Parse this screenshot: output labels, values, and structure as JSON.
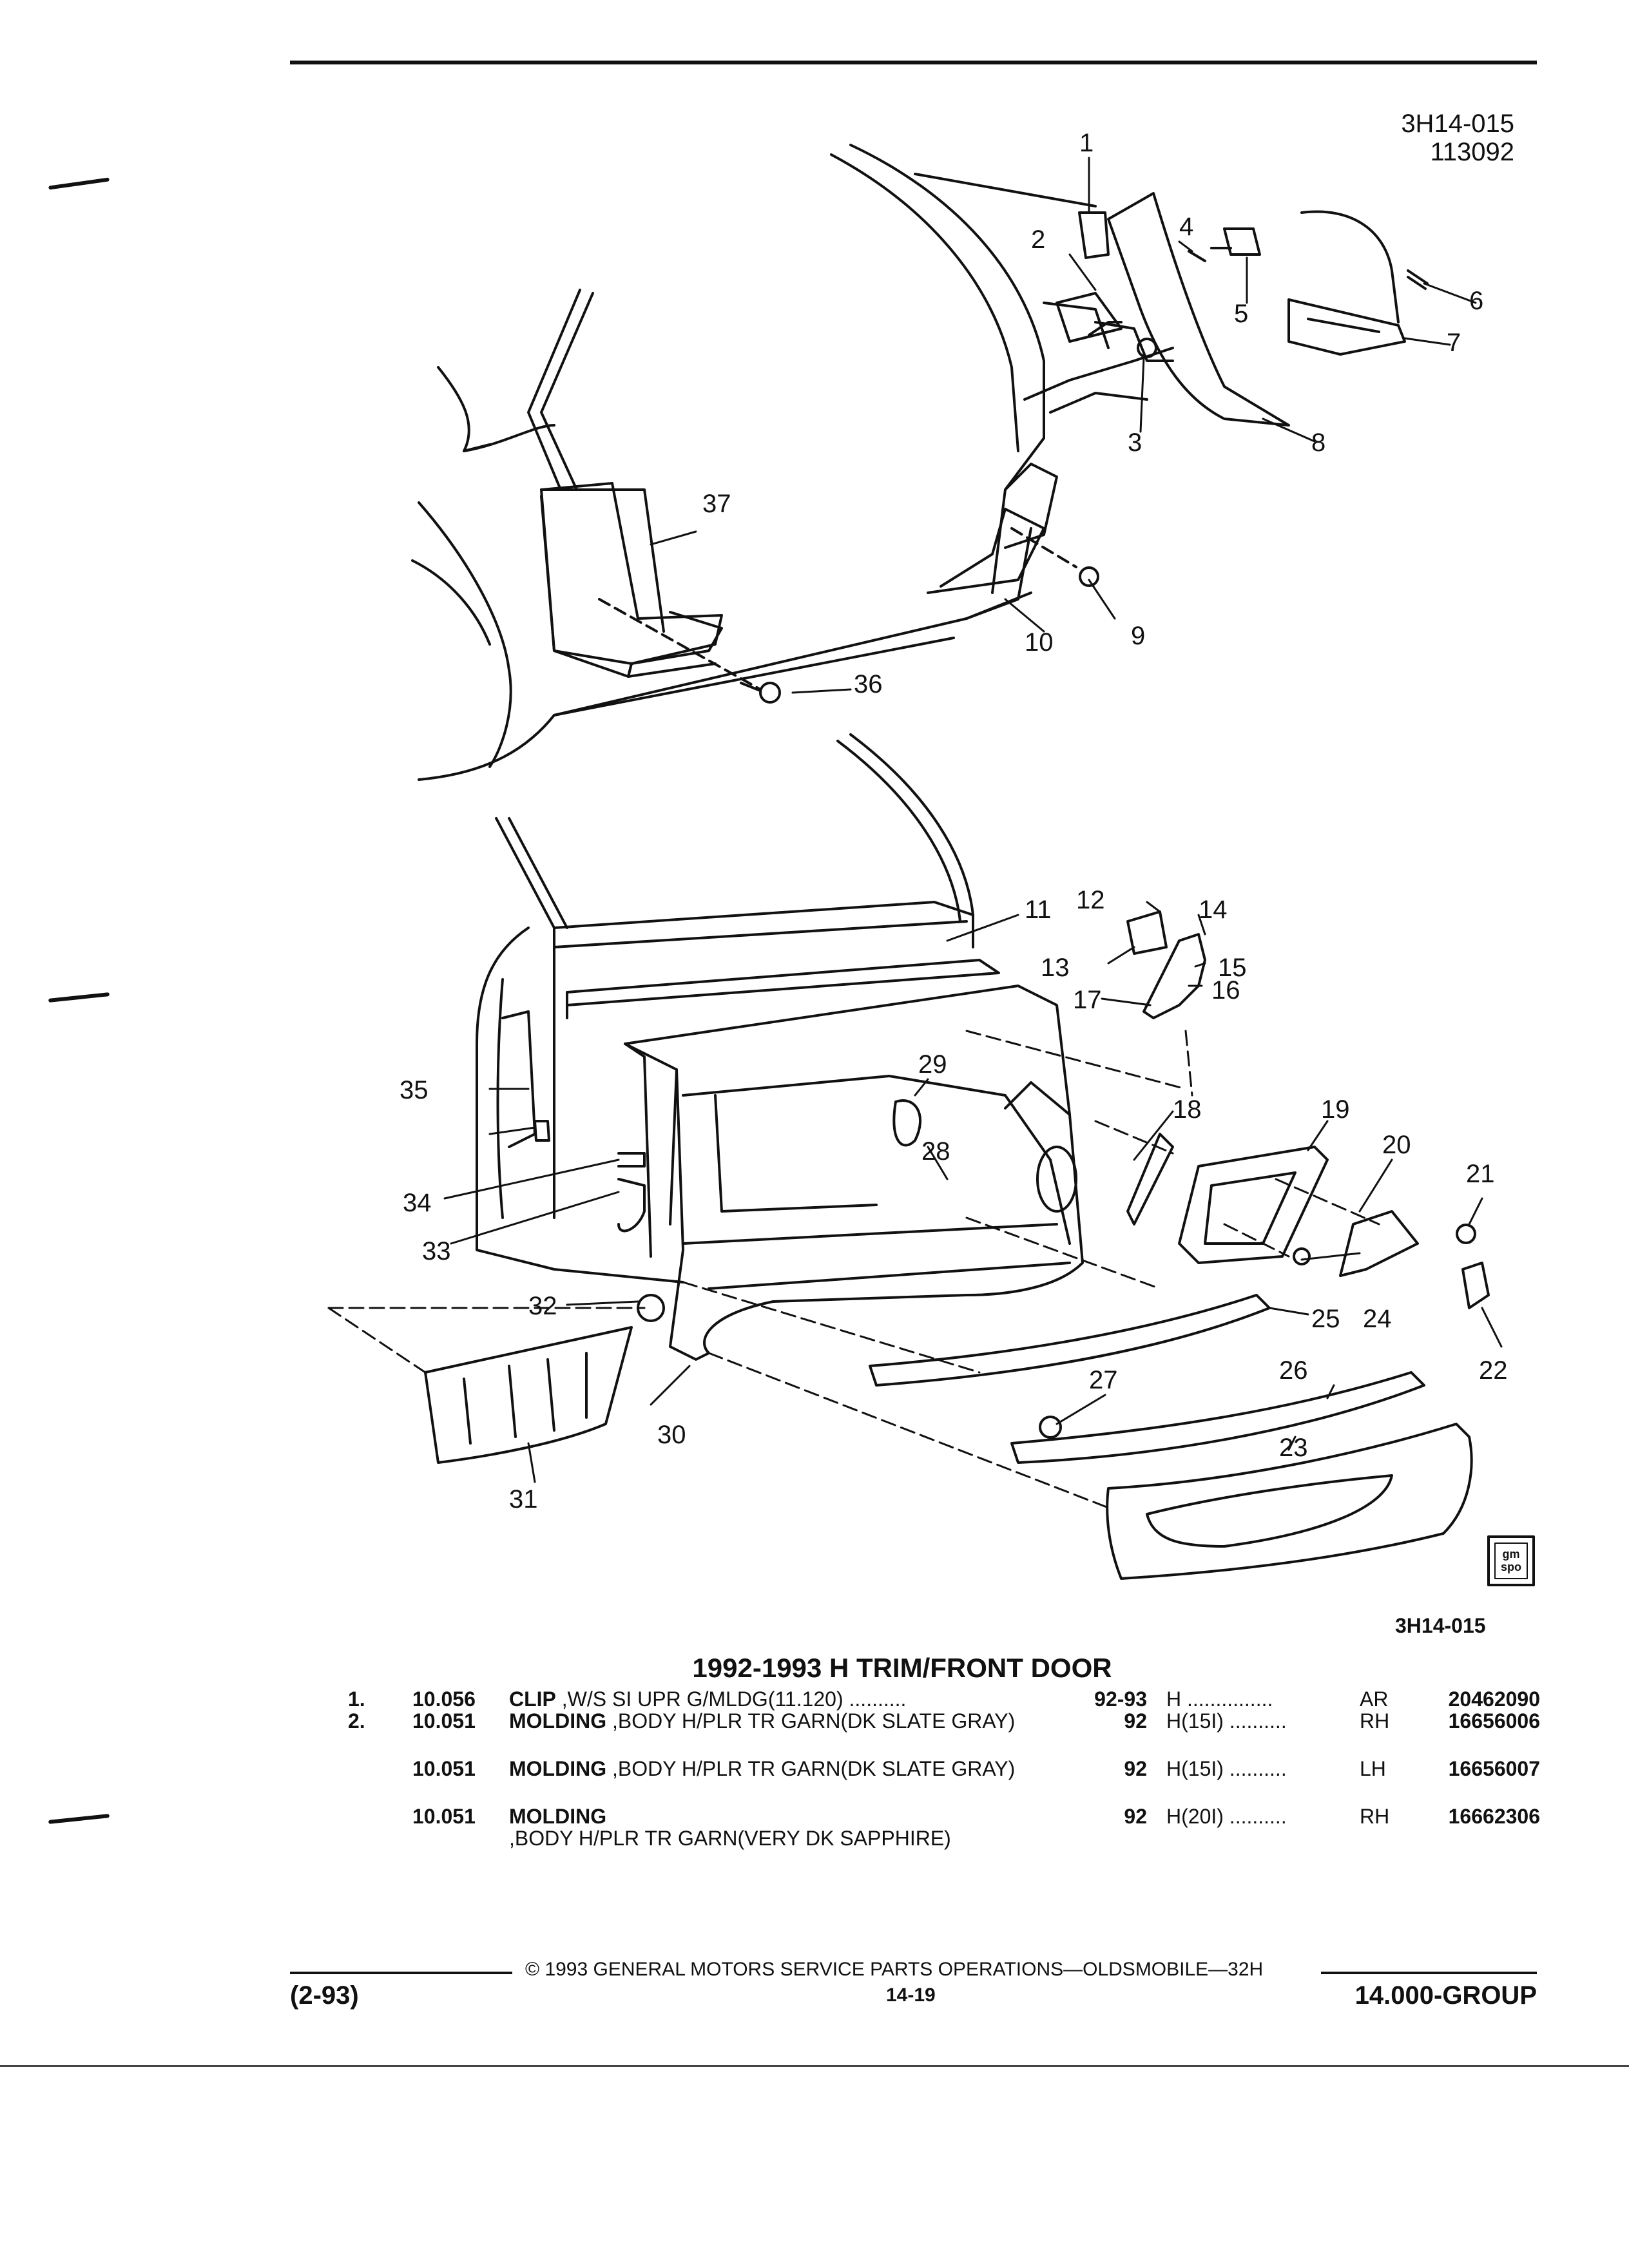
{
  "header": {
    "figure_id": "3H14-015",
    "figure_date": "113092"
  },
  "diagram": {
    "callouts": [
      "1",
      "2",
      "3",
      "4",
      "5",
      "6",
      "7",
      "8",
      "9",
      "10",
      "11",
      "12",
      "13",
      "14",
      "15",
      "16",
      "17",
      "18",
      "19",
      "20",
      "21",
      "22",
      "23",
      "24",
      "25",
      "26",
      "27",
      "28",
      "29",
      "30",
      "31",
      "32",
      "33",
      "34",
      "35",
      "36",
      "37"
    ],
    "logo_text": "gm spo"
  },
  "figure_ref": "3H14-015",
  "section_title": "1992-1993 H TRIM/FRONT DOOR",
  "parts": [
    {
      "item": "1.",
      "group": "10.056",
      "name": "CLIP",
      "desc": ",W/S SI UPR G/MLDG(11.120)",
      "year": "92-93",
      "model": "H",
      "side": "AR",
      "part_no": "20462090"
    },
    {
      "item": "2.",
      "group": "10.051",
      "name": "MOLDING",
      "desc": ",BODY H/PLR TR GARN(DK SLATE GRAY)",
      "year": "92",
      "model": "H(15I)",
      "side": "RH",
      "part_no": "16656006"
    },
    {
      "item": "",
      "group": "10.051",
      "name": "MOLDING",
      "desc": ",BODY H/PLR TR GARN(DK SLATE GRAY)",
      "year": "92",
      "model": "H(15I)",
      "side": "LH",
      "part_no": "16656007"
    },
    {
      "item": "",
      "group": "10.051",
      "name": "MOLDING",
      "desc": ",BODY H/PLR TR GARN(VERY DK SAPPHIRE)",
      "year": "92",
      "model": "H(20I)",
      "side": "RH",
      "part_no": "16662306"
    }
  ],
  "footer": {
    "copyright": "© 1993 GENERAL MOTORS SERVICE PARTS OPERATIONS—OLDSMOBILE—32H",
    "date_code": "(2-93)",
    "page": "14-19",
    "group": "14.000-GROUP"
  }
}
